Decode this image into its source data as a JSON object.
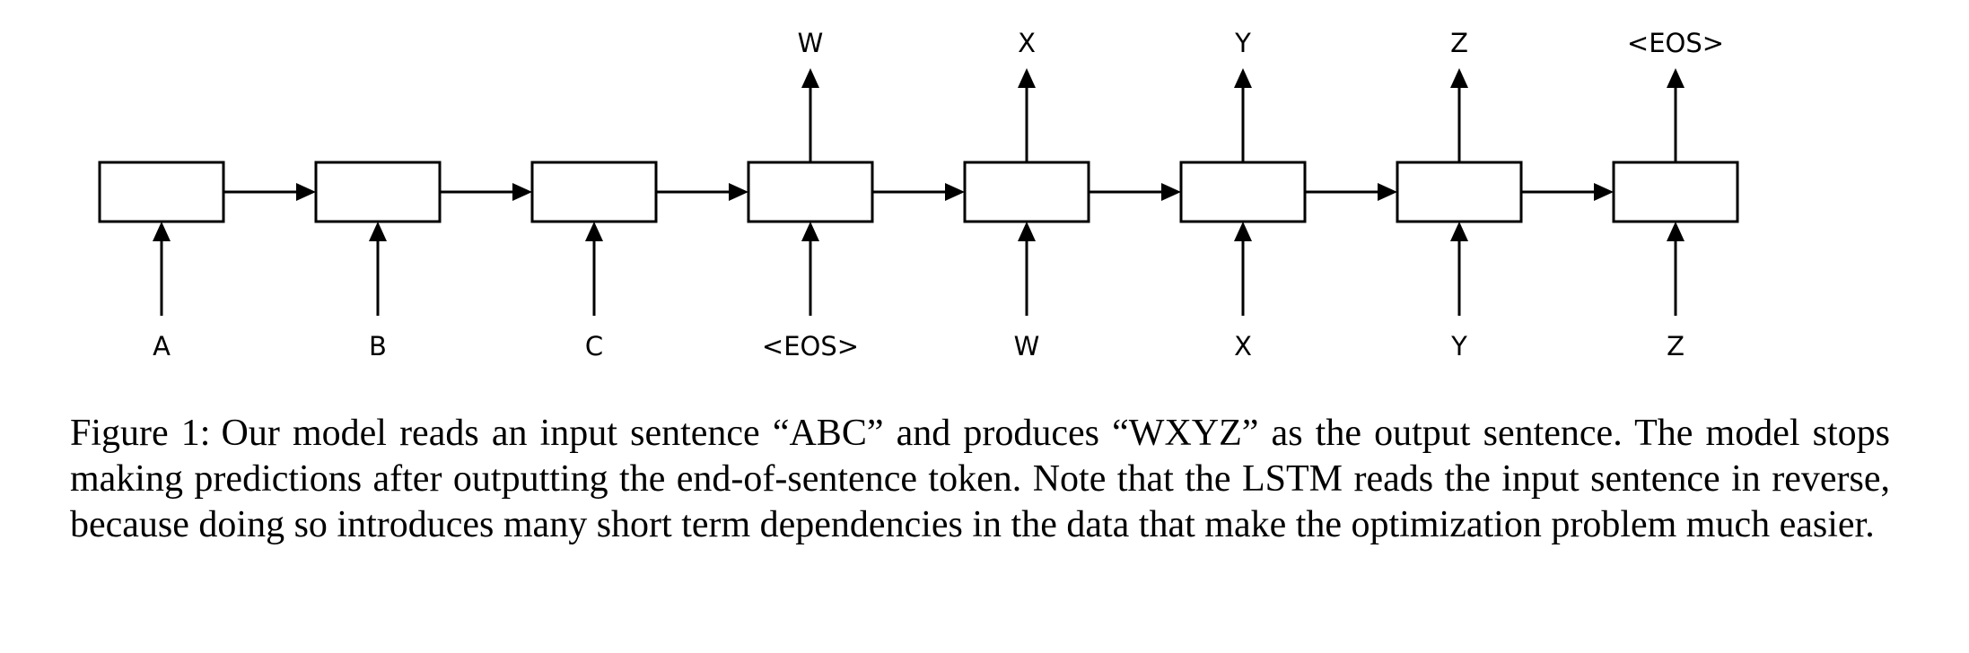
{
  "diagram": {
    "inputs": [
      "A",
      "B",
      "C",
      "<EOS>",
      "W",
      "X",
      "Y",
      "Z"
    ],
    "outputs": [
      "",
      "",
      "",
      "W",
      "X",
      "Y",
      "Z",
      "<EOS>"
    ]
  },
  "caption": {
    "label": "Figure 1:",
    "text": "Our model reads an input sentence “ABC” and produces “WXYZ” as the output sentence.  The model stops making predictions after outputting the end-of-sentence token.  Note that the LSTM reads the input sentence in reverse, because doing so introduces many short term dependencies in the data that make the optimization problem much easier."
  }
}
